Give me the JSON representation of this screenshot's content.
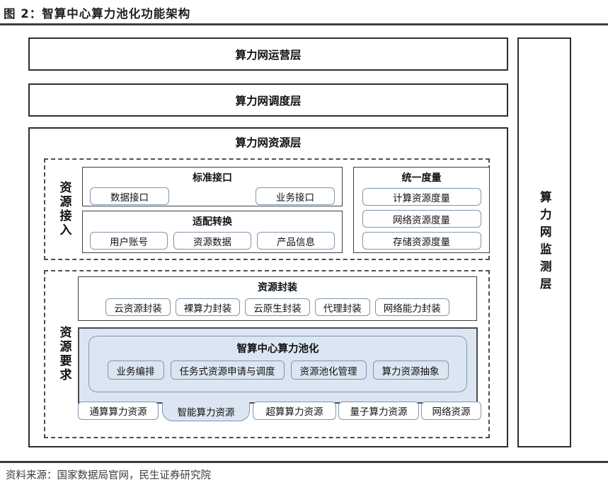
{
  "figure": {
    "title": "图 2：智算中心算力池化功能架构",
    "source": "资料来源：国家数据局官网，民生证券研究院"
  },
  "colors": {
    "accent_fill": "#dbe6f2",
    "chip_border": "#7f95ad",
    "frame_border": "#2e2e2e",
    "rule": "#3b3b3b"
  },
  "layers": {
    "operation": "算力网运营层",
    "scheduling": "算力网调度层",
    "resource": "算力网资源层",
    "monitoring": "算力网监测层"
  },
  "resource_access": {
    "label": "资源接入",
    "standard_interface": {
      "title": "标准接口",
      "items": [
        "数据接口",
        "业务接口"
      ]
    },
    "adaptation": {
      "title": "适配转换",
      "items": [
        "用户账号",
        "资源数据",
        "产品信息"
      ]
    },
    "measurement": {
      "title": "统一度量",
      "items": [
        "计算资源度量",
        "网络资源度量",
        "存储资源度量"
      ]
    }
  },
  "resource_requirement": {
    "label": "资源要求",
    "encapsulation": {
      "title": "资源封装",
      "items": [
        "云资源封装",
        "裸算力封装",
        "云原生封装",
        "代理封装",
        "网络能力封装"
      ]
    },
    "pooling": {
      "title": "智算中心算力池化",
      "items": [
        "业务编排",
        "任务式资源申请与调度",
        "资源池化管理",
        "算力资源抽象"
      ]
    },
    "resources": [
      "通算算力资源",
      "智能算力资源",
      "超算算力资源",
      "量子算力资源",
      "网络资源"
    ]
  }
}
